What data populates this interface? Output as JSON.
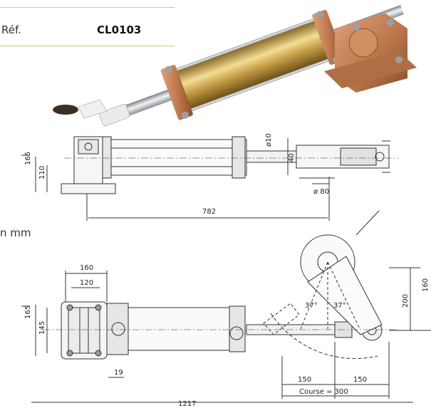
{
  "spec": {
    "ref_label": "Réf.",
    "ref_value": "CL0103"
  },
  "note": {
    "units": "n mm"
  },
  "drawing_top": {
    "dims": {
      "d10": "ø10",
      "d40": "40",
      "d80": "ø 80",
      "h110": "110",
      "h165": "165",
      "len782": "782"
    }
  },
  "drawing_bottom": {
    "dims": {
      "w160": "160",
      "w120": "120",
      "h145": "145",
      "h165": "165",
      "w19": "19",
      "a37_left": "37°",
      "a37_right": "37°",
      "h200": "200",
      "h160": "160",
      "s150a": "150",
      "s150b": "150",
      "course": "Course = 300",
      "len1217": "1217"
    }
  },
  "colors": {
    "rule": "#c8d84a",
    "brass": "#c9a24a",
    "bronze": "#c07a4e",
    "steel": "#bfc3c7"
  }
}
